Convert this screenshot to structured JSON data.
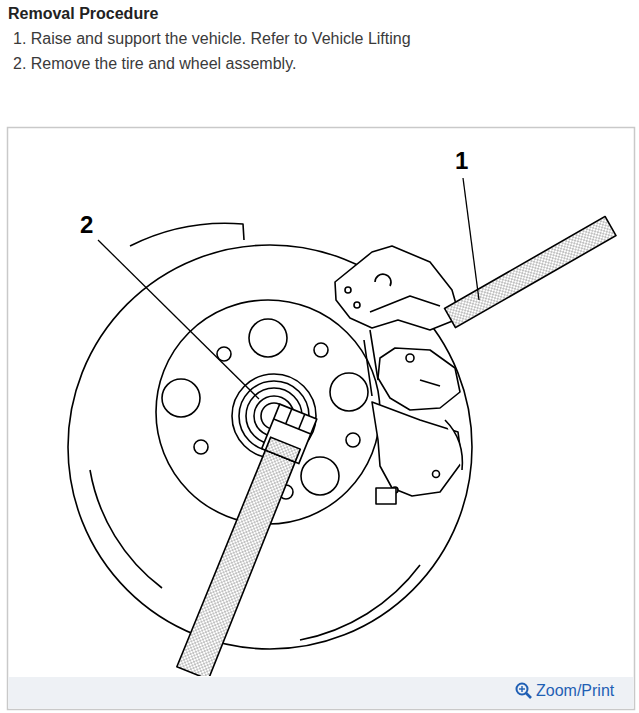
{
  "diagram": {
    "title": "Removal Procedure",
    "labels": [
      "1. Raise and support the vehicle. Refer to Vehicle Lifting",
      "2. Remove the tire and wheel assembly.",
      "1",
      "2",
      "Zoom/Print"
    ]
  }
}
